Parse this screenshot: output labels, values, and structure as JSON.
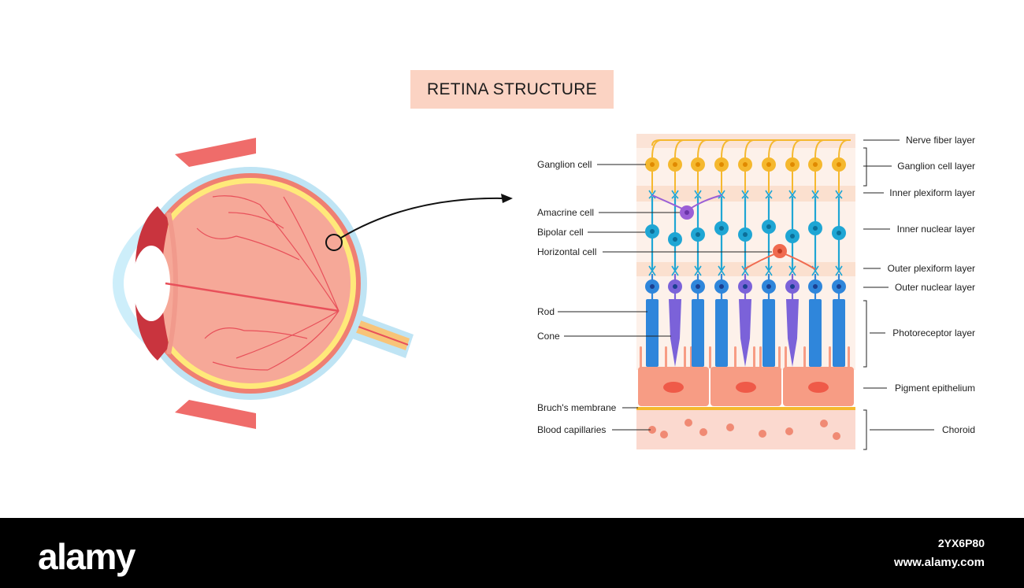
{
  "title": "RETINA STRUCTURE",
  "left_labels": [
    {
      "key": "ganglion",
      "text": "Ganglion cell"
    },
    {
      "key": "amacrine",
      "text": "Amacrine cell"
    },
    {
      "key": "bipolar",
      "text": "Bipolar cell"
    },
    {
      "key": "horizontal",
      "text": "Horizontal cell"
    },
    {
      "key": "rod",
      "text": "Rod"
    },
    {
      "key": "cone",
      "text": "Cone"
    },
    {
      "key": "bruch",
      "text": "Bruch's membrane"
    },
    {
      "key": "capillaries",
      "text": "Blood capillaries"
    }
  ],
  "right_labels": [
    {
      "key": "nerve_fiber",
      "text": "Nerve fiber layer"
    },
    {
      "key": "ganglion_layer",
      "text": "Ganglion cell layer"
    },
    {
      "key": "inner_plexiform",
      "text": "Inner plexiform layer"
    },
    {
      "key": "inner_nuclear",
      "text": "Inner nuclear layer"
    },
    {
      "key": "outer_plexiform",
      "text": "Outer plexiform layer"
    },
    {
      "key": "outer_nuclear",
      "text": "Outer nuclear layer"
    },
    {
      "key": "photoreceptor",
      "text": "Photoreceptor layer"
    },
    {
      "key": "pigment",
      "text": "Pigment epithelium"
    },
    {
      "key": "choroid",
      "text": "Choroid"
    }
  ],
  "footer": {
    "brand": "alamy",
    "image_id": "2YX6P80",
    "url": "www.alamy.com"
  },
  "colors": {
    "title_bg": "#fbd3c3",
    "ganglion": "#f5b82e",
    "bipolar": "#1fa6d4",
    "rod": "#2f86db",
    "cone": "#7b62d9",
    "amacrine": "#9a5fd6",
    "horizontal": "#f06a4f",
    "pigment": "#f79c84",
    "choroid": "#fbd9cf",
    "sclera": "#bfe4f4",
    "retina_yellow": "#ffe97a",
    "eye_interior": "#f6a898"
  }
}
